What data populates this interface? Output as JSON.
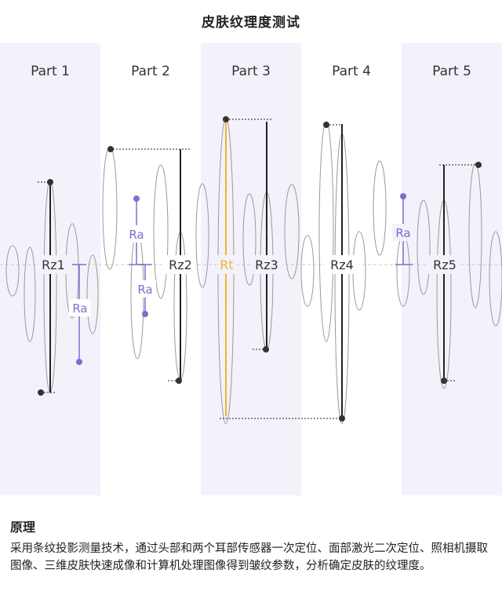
{
  "title": "皮肤纹理度测试",
  "parts": [
    "Part 1",
    "Part 2",
    "Part 3",
    "Part 4",
    "Part 5"
  ],
  "labels": {
    "rz": [
      "Rz1",
      "Rz2",
      "Rz3",
      "Rz4",
      "Rz5"
    ],
    "ra": "Ra",
    "rt": "Rt"
  },
  "colors": {
    "band_shade": "#f3f2fb",
    "wave": "#9a9a9a",
    "marker": "#222222",
    "ra_accent": "#7b6fd0",
    "rt_accent": "#f0b42a",
    "center_line": "#c8c8c8"
  },
  "principle": {
    "heading": "原理",
    "body": "采用条纹投影测量技术，通过头部和两个耳部传感器一次定位、面部激光二次定位、照相机摄取图像、三维皮肤快速成像和计算机处理图像得到皱纹参数，分析确定皮肤的纹理度。"
  }
}
